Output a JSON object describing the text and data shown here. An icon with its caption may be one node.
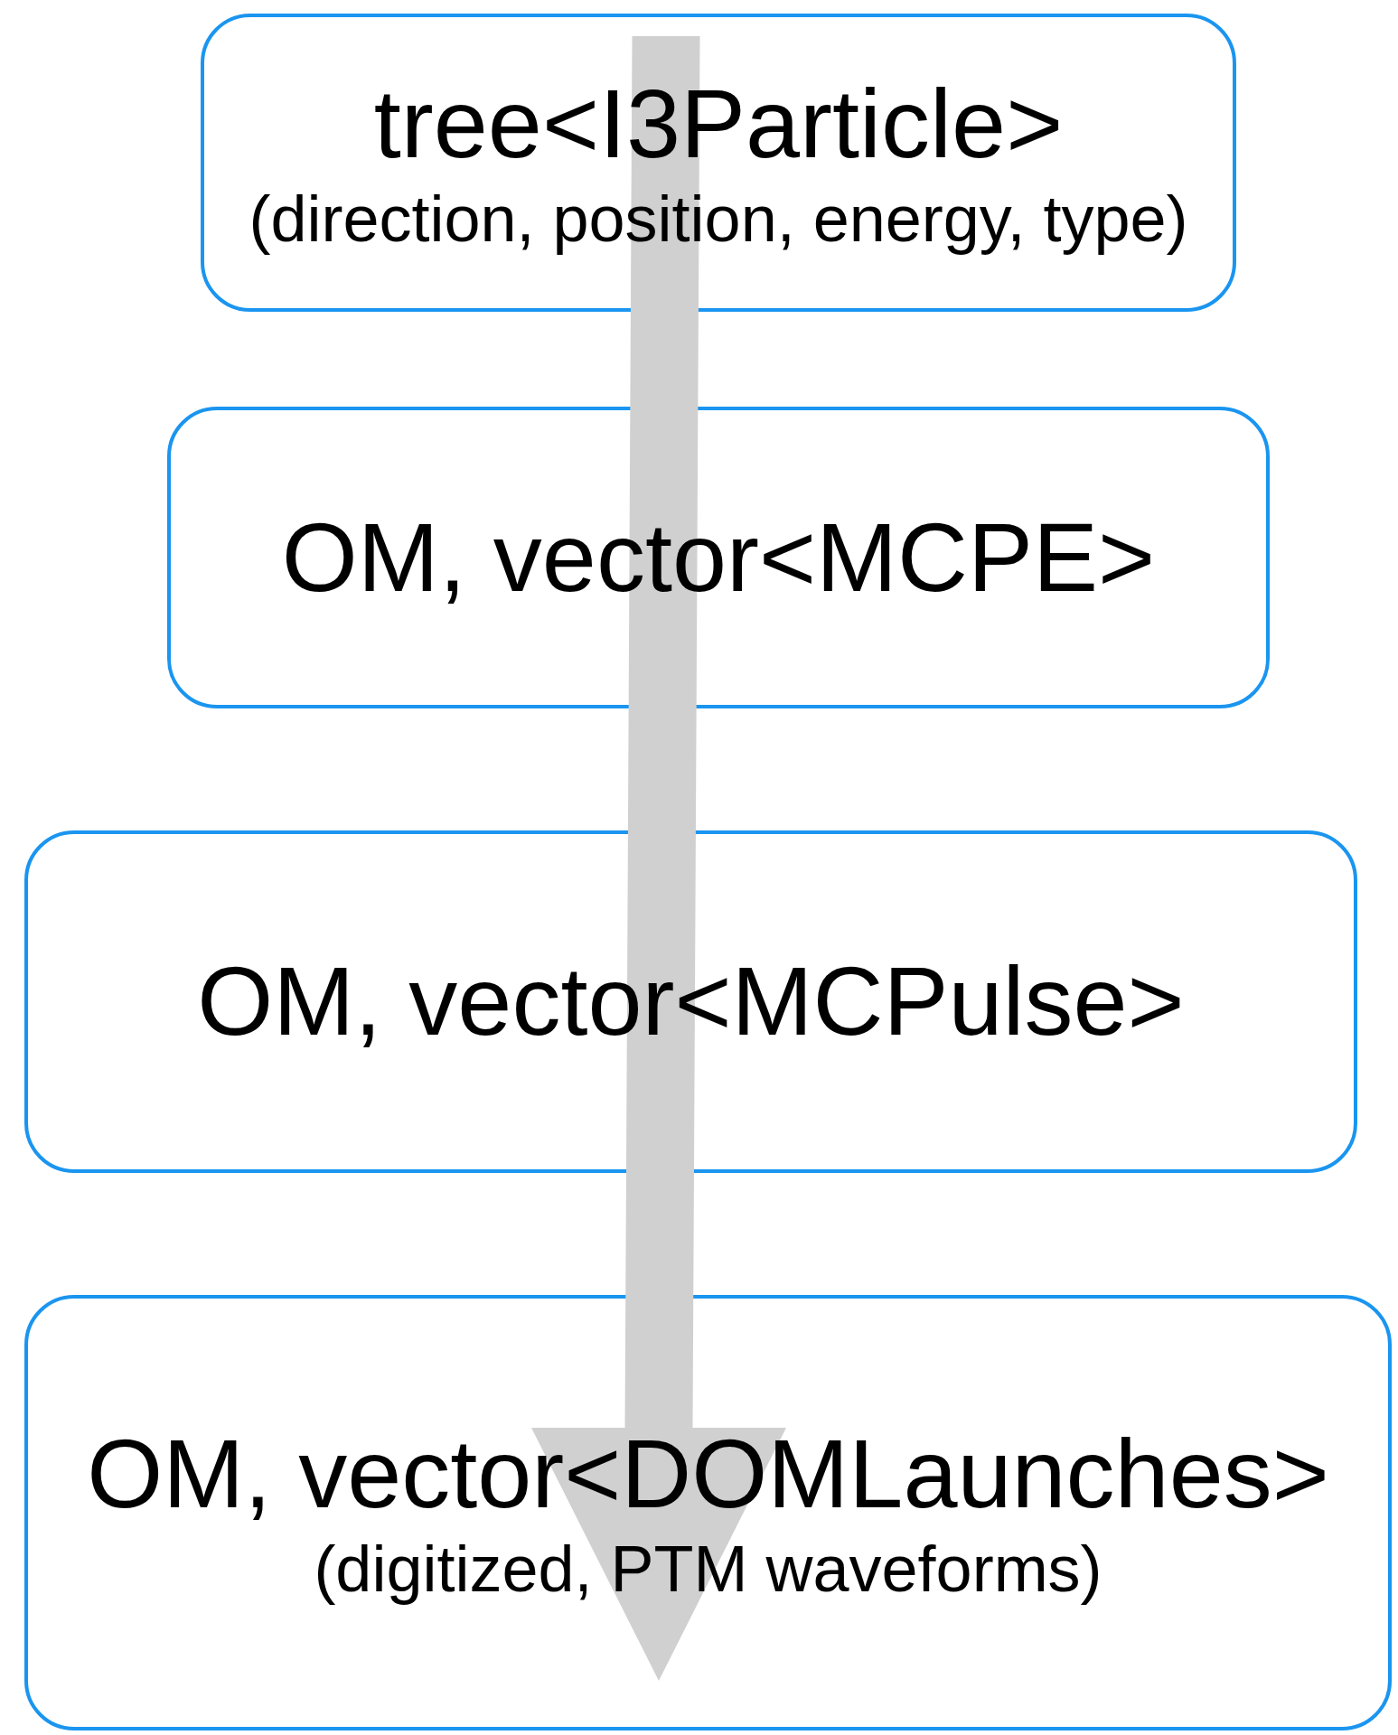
{
  "diagram": {
    "nodes": [
      {
        "text": [
          "tree<I3Particle>",
          "(direction, position, energy, type)"
        ]
      },
      {
        "text": [
          "OM, vector<MCPE>"
        ]
      },
      {
        "text": [
          "OM, vector<MCPulse>"
        ]
      },
      {
        "text": [
          "OM, vector<DOMLaunches>",
          "(digitized, PTM waveforms)"
        ]
      }
    ],
    "edges": [
      {
        "from": 0,
        "to": 3,
        "arrow": "to",
        "style": "thick"
      }
    ]
  }
}
